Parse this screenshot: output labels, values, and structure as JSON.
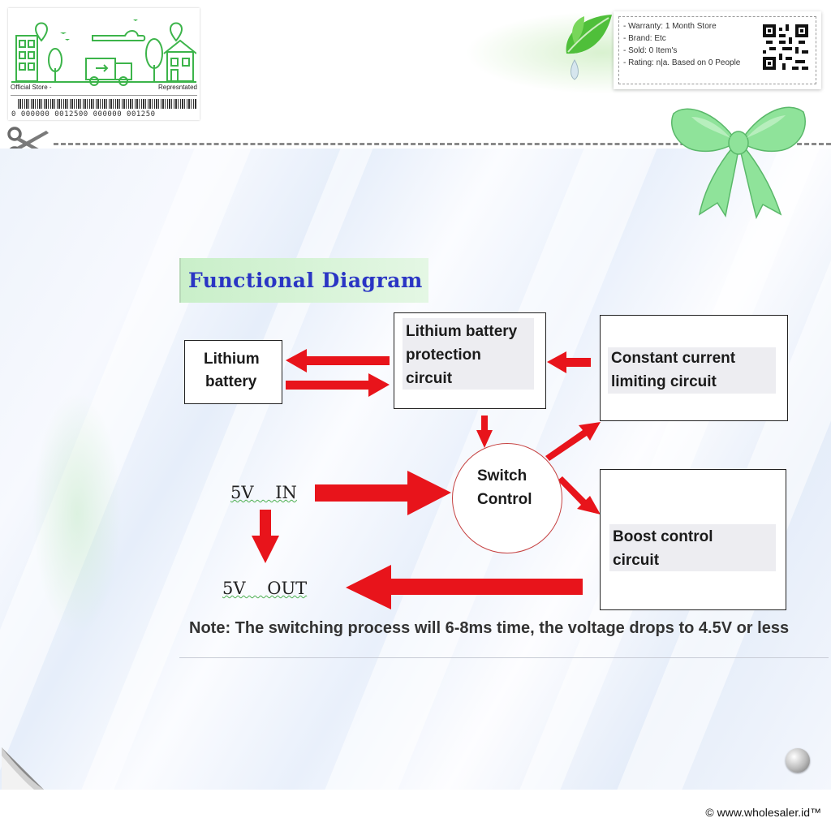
{
  "store_card": {
    "left_label": "Official Store -",
    "right_label": "Represntated",
    "barcode_number": "0  000000  0012500  000000  001250"
  },
  "info_card": {
    "warranty": "- Warranty: 1 Month Store",
    "brand": "- Brand: Etc",
    "sold": "- Sold: 0 Item's",
    "rating": "- Rating: n|a. Based on 0 People"
  },
  "diagram": {
    "title": "Functional Diagram",
    "lithium_battery": [
      "Lithium",
      "battery"
    ],
    "protection_circuit": [
      "Lithium battery",
      "protection",
      "circuit"
    ],
    "constant_current": [
      "Constant current",
      "limiting circuit"
    ],
    "switch_control": [
      "Switch",
      "Control"
    ],
    "boost_control": [
      "Boost control",
      "circuit"
    ],
    "input_label": "5V    IN",
    "output_label": "5V    OUT",
    "note": "Note: The switching process will 6-8ms time, the voltage drops to 4.5V or less"
  },
  "footer": {
    "copyright": "© www.wholesaler.id™"
  },
  "colors": {
    "arrow": "#e8141b",
    "title_text": "#2a35c4",
    "title_bg": "#c9efc9",
    "brand_green": "#3cb44a"
  }
}
